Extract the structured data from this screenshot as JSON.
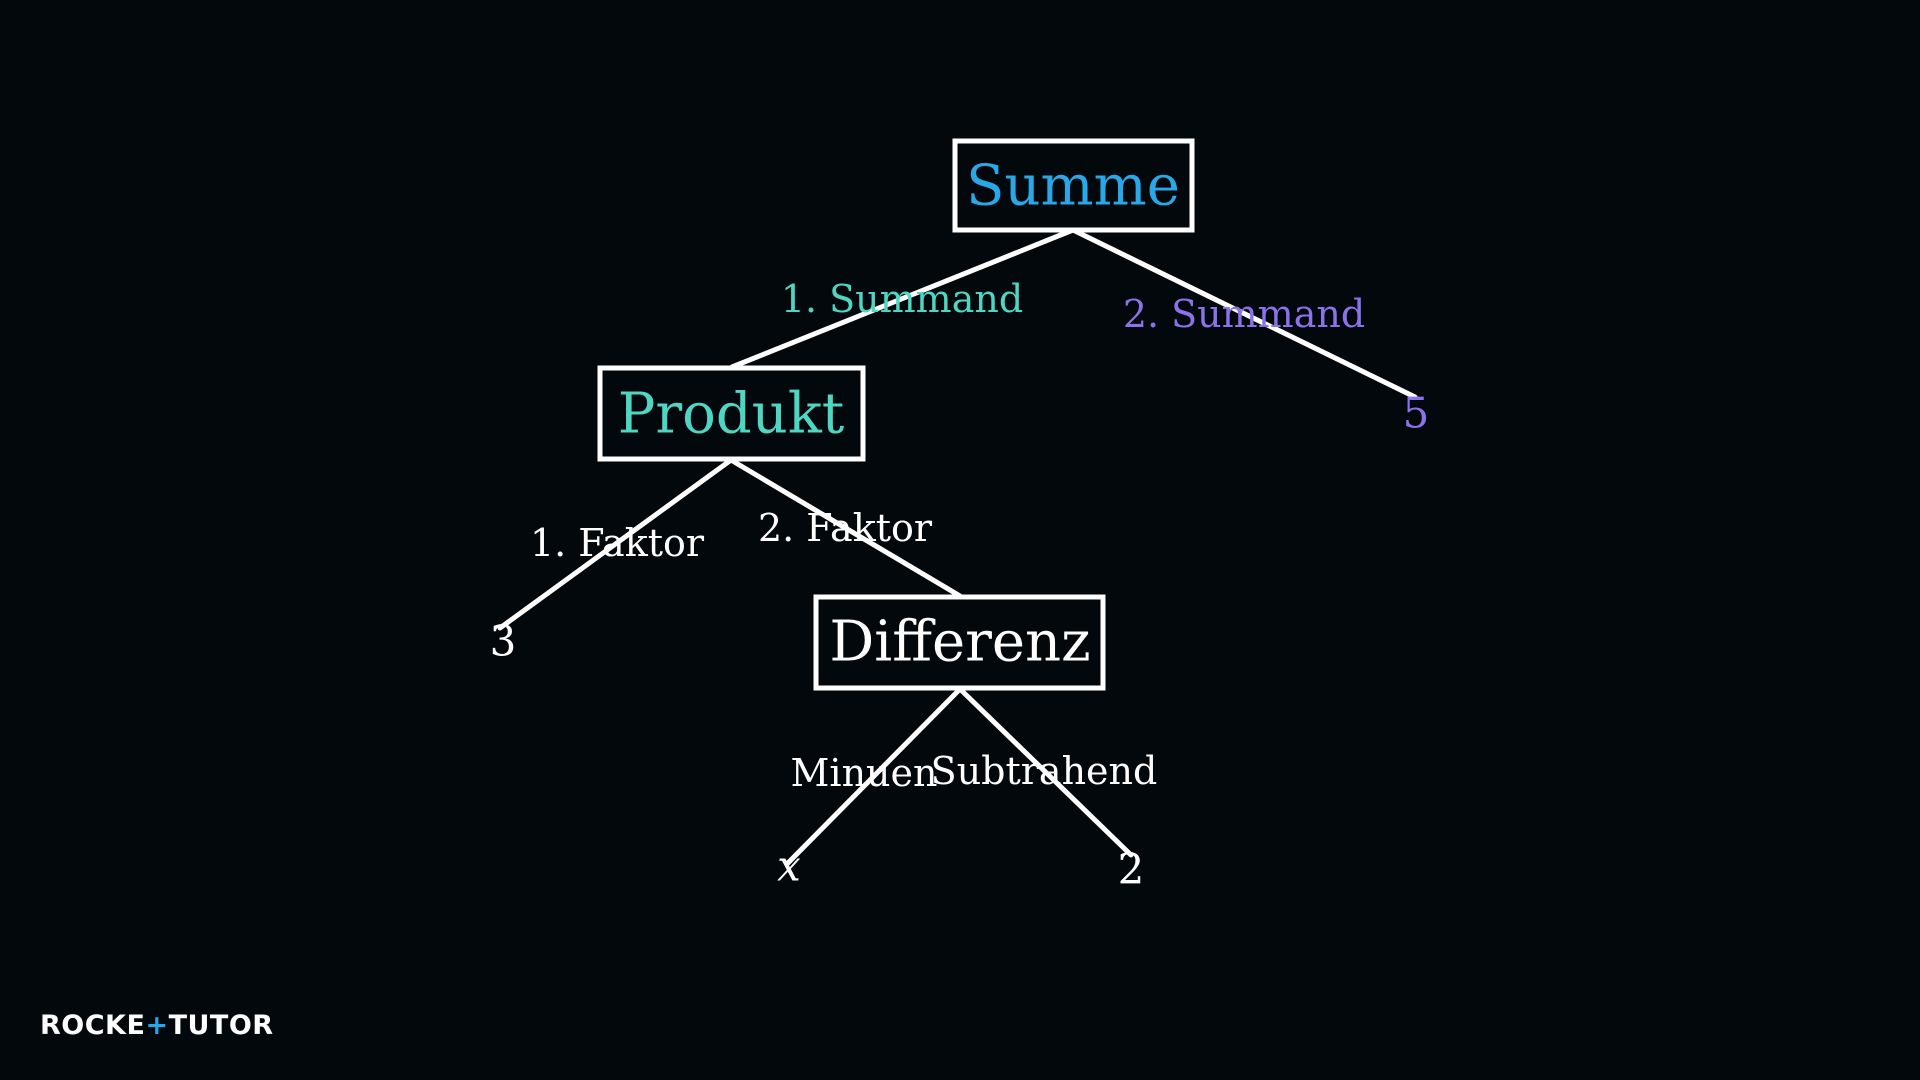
{
  "colors": {
    "background": "#03080d",
    "line": "#ffffff",
    "summe": "#29a8e8",
    "produkt": "#4fd6c2",
    "summand2": "#8c72e8",
    "default_text": "#ffffff",
    "logo_accent": "#29a8e8"
  },
  "tree": {
    "root": {
      "label": "Summe"
    },
    "produkt": {
      "label": "Produkt"
    },
    "differenz": {
      "label": "Differenz"
    },
    "edge_labels": {
      "summand1": "1. Summand",
      "summand2": "2. Summand",
      "faktor1": "1. Faktor",
      "faktor2": "2. Faktor",
      "minuend": "Minuen",
      "subtrahend": "Subtrahend"
    },
    "leaves": {
      "five": "5",
      "three": "3",
      "x": "x",
      "two": "2"
    }
  },
  "logo": {
    "part1": "ROCKE",
    "part2": "+",
    "part3": "TUTO",
    "part4": "R"
  }
}
